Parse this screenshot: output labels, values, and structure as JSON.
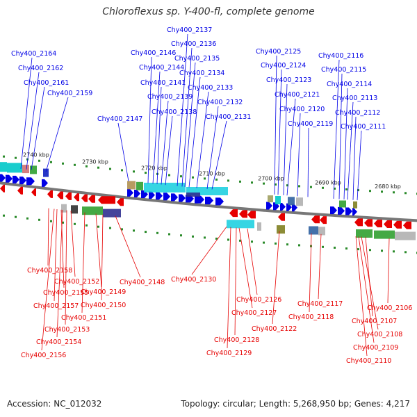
{
  "title": "Chloroflexus sp. Y-400-fl, complete genome",
  "footer": {
    "accession": "Accession: NC_012032",
    "summary": "Topology: circular; Length: 5,268,950 bp; Genes: 4,217"
  },
  "colors": {
    "forward_gene": "#0000e6",
    "reverse_gene": "#e60000",
    "backbone": "#777777",
    "tick": "#2a8a2a"
  },
  "ticks": [
    "2740 kbp",
    "2730 kbp",
    "2720 kbp",
    "2710 kbp",
    "2700 kbp",
    "2690 kbp",
    "2680 kbp"
  ],
  "forward_labels": [
    "Chy400_2164",
    "Chy400_2162",
    "Chy400_2161",
    "Chy400_2159",
    "Chy400_2137",
    "Chy400_2136",
    "Chy400_2146",
    "Chy400_2135",
    "Chy400_2144",
    "Chy400_2134",
    "Chy400_2141",
    "Chy400_2133",
    "Chy400_2139",
    "Chy400_2132",
    "Chy400_2138",
    "Chy400_2147",
    "Chy400_2131",
    "Chy400_2125",
    "Chy400_2124",
    "Chy400_2123",
    "Chy400_2121",
    "Chy400_2120",
    "Chy400_2119",
    "Chy400_2116",
    "Chy400_2115",
    "Chy400_2114",
    "Chy400_2113",
    "Chy400_2112",
    "Chy400_2111"
  ],
  "reverse_labels": [
    "Chy400_2158",
    "Chy400_2152",
    "Chy400_2155",
    "Chy400_2149",
    "Chy400_2157",
    "Chy400_2150",
    "Chy400_2151",
    "Chy400_2153",
    "Chy400_2154",
    "Chy400_2156",
    "Chy400_2148",
    "Chy400_2130",
    "Chy400_2126",
    "Chy400_2127",
    "Chy400_2122",
    "Chy400_2128",
    "Chy400_2129",
    "Chy400_2117",
    "Chy400_2118",
    "Chy400_2106",
    "Chy400_2107",
    "Chy400_2108",
    "Chy400_2109",
    "Chy400_2110"
  ]
}
